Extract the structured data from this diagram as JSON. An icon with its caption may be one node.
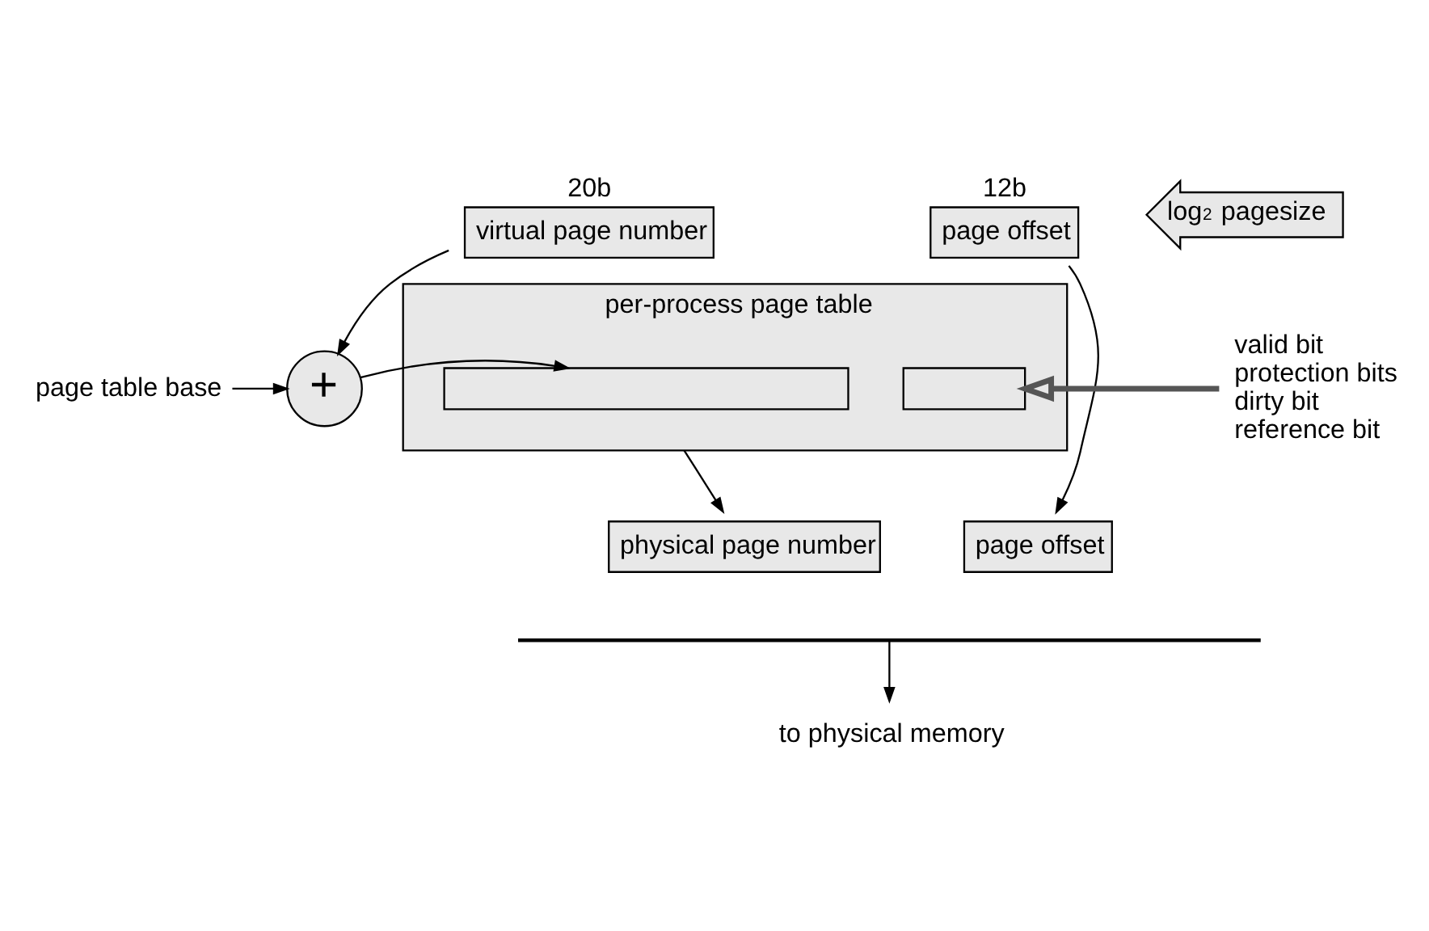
{
  "diagram": {
    "nodes": [
      {
        "text": [
          "virtual page number"
        ],
        "beside": [
          "20b"
        ]
      },
      {
        "text": [
          "page offset"
        ],
        "beside": [
          "12b"
        ]
      },
      {
        "text": [
          "log$_{2}$ pagesize"
        ]
      },
      {
        "text": [
          "page table base"
        ]
      },
      {
        "text": [
          "+"
        ]
      },
      {
        "text": [
          "per-process page table"
        ]
      },
      {
        "text": [],
        "shape": "box",
        "in": 5
      },
      {
        "text": [],
        "shape": "box",
        "in": 5
      },
      {
        "text": [
          "valid bit",
          "protection bits",
          "dirty bit",
          "reference bit"
        ]
      },
      {
        "text": [
          "physical page number"
        ]
      },
      {
        "text": [
          "page offset"
        ]
      },
      {
        "text": [],
        "shape": "bar"
      },
      {
        "text": [
          "to physical memory"
        ]
      }
    ],
    "edges": [
      {
        "from": 0,
        "to": 4,
        "arrow": "to"
      },
      {
        "from": 3,
        "to": 4,
        "arrow": "to"
      },
      {
        "from": 4,
        "to": 6,
        "arrow": "to"
      },
      {
        "from": 8,
        "to": 7,
        "arrow": "to",
        "style": "thick"
      },
      {
        "from": 6,
        "to": 9,
        "arrow": "to"
      },
      {
        "from": 1,
        "to": 10,
        "arrow": "to"
      },
      {
        "from": 11,
        "to": 12,
        "arrow": "to"
      }
    ]
  }
}
